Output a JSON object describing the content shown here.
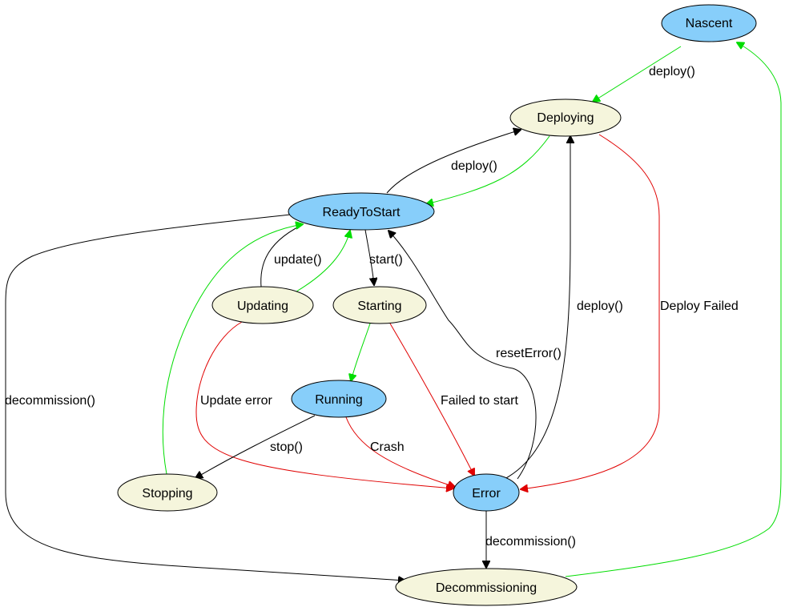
{
  "colors": {
    "state_blue": "#87cefa",
    "state_beige": "#f5f5dc",
    "edge_black": "#000000",
    "edge_green": "#00dd00",
    "edge_red": "#e00000"
  },
  "nodes": {
    "nascent": {
      "label": "Nascent",
      "style": "state_blue"
    },
    "deploying": {
      "label": "Deploying",
      "style": "state_beige"
    },
    "ready_to_start": {
      "label": "ReadyToStart",
      "style": "state_blue"
    },
    "updating": {
      "label": "Updating",
      "style": "state_beige"
    },
    "starting": {
      "label": "Starting",
      "style": "state_beige"
    },
    "running": {
      "label": "Running",
      "style": "state_blue"
    },
    "stopping": {
      "label": "Stopping",
      "style": "state_beige"
    },
    "error": {
      "label": "Error",
      "style": "state_blue"
    },
    "decommissioning": {
      "label": "Decommissioning",
      "style": "state_beige"
    }
  },
  "edges": [
    {
      "id": "nascent-deploying",
      "from": "Nascent",
      "to": "Deploying",
      "label": "deploy()",
      "color": "edge_green"
    },
    {
      "id": "ready-deploying",
      "from": "ReadyToStart",
      "to": "Deploying",
      "label": "deploy()",
      "color": "edge_black"
    },
    {
      "id": "deploying-ready",
      "from": "Deploying",
      "to": "ReadyToStart",
      "label": "",
      "color": "edge_green"
    },
    {
      "id": "deploying-error",
      "from": "Deploying",
      "to": "Error",
      "label": "Deploy Failed",
      "color": "edge_red"
    },
    {
      "id": "error-deploying",
      "from": "Error",
      "to": "Deploying",
      "label": "deploy()",
      "color": "edge_black"
    },
    {
      "id": "ready-updating",
      "from": "ReadyToStart",
      "to": "Updating",
      "label": "update()",
      "color": "edge_black"
    },
    {
      "id": "updating-ready",
      "from": "Updating",
      "to": "ReadyToStart",
      "label": "",
      "color": "edge_green"
    },
    {
      "id": "ready-starting",
      "from": "ReadyToStart",
      "to": "Starting",
      "label": "start()",
      "color": "edge_black"
    },
    {
      "id": "error-ready",
      "from": "Error",
      "to": "ReadyToStart",
      "label": "resetError()",
      "color": "edge_black"
    },
    {
      "id": "stopping-ready",
      "from": "Stopping",
      "to": "ReadyToStart",
      "label": "",
      "color": "edge_green"
    },
    {
      "id": "ready-decommissioning",
      "from": "ReadyToStart",
      "to": "Decommissioning",
      "label": "decommission()",
      "color": "edge_black"
    },
    {
      "id": "updating-error",
      "from": "Updating",
      "to": "Error",
      "label": "Update error",
      "color": "edge_red"
    },
    {
      "id": "starting-running",
      "from": "Starting",
      "to": "Running",
      "label": "",
      "color": "edge_green"
    },
    {
      "id": "starting-error",
      "from": "Starting",
      "to": "Error",
      "label": "Failed to start",
      "color": "edge_red"
    },
    {
      "id": "running-stopping",
      "from": "Running",
      "to": "Stopping",
      "label": "stop()",
      "color": "edge_black"
    },
    {
      "id": "running-error",
      "from": "Running",
      "to": "Error",
      "label": "Crash",
      "color": "edge_red"
    },
    {
      "id": "error-decommissioning",
      "from": "Error",
      "to": "Decommissioning",
      "label": "decommission()",
      "color": "edge_black"
    },
    {
      "id": "decommissioning-nascent",
      "from": "Decommissioning",
      "to": "Nascent",
      "label": "",
      "color": "edge_green"
    }
  ]
}
